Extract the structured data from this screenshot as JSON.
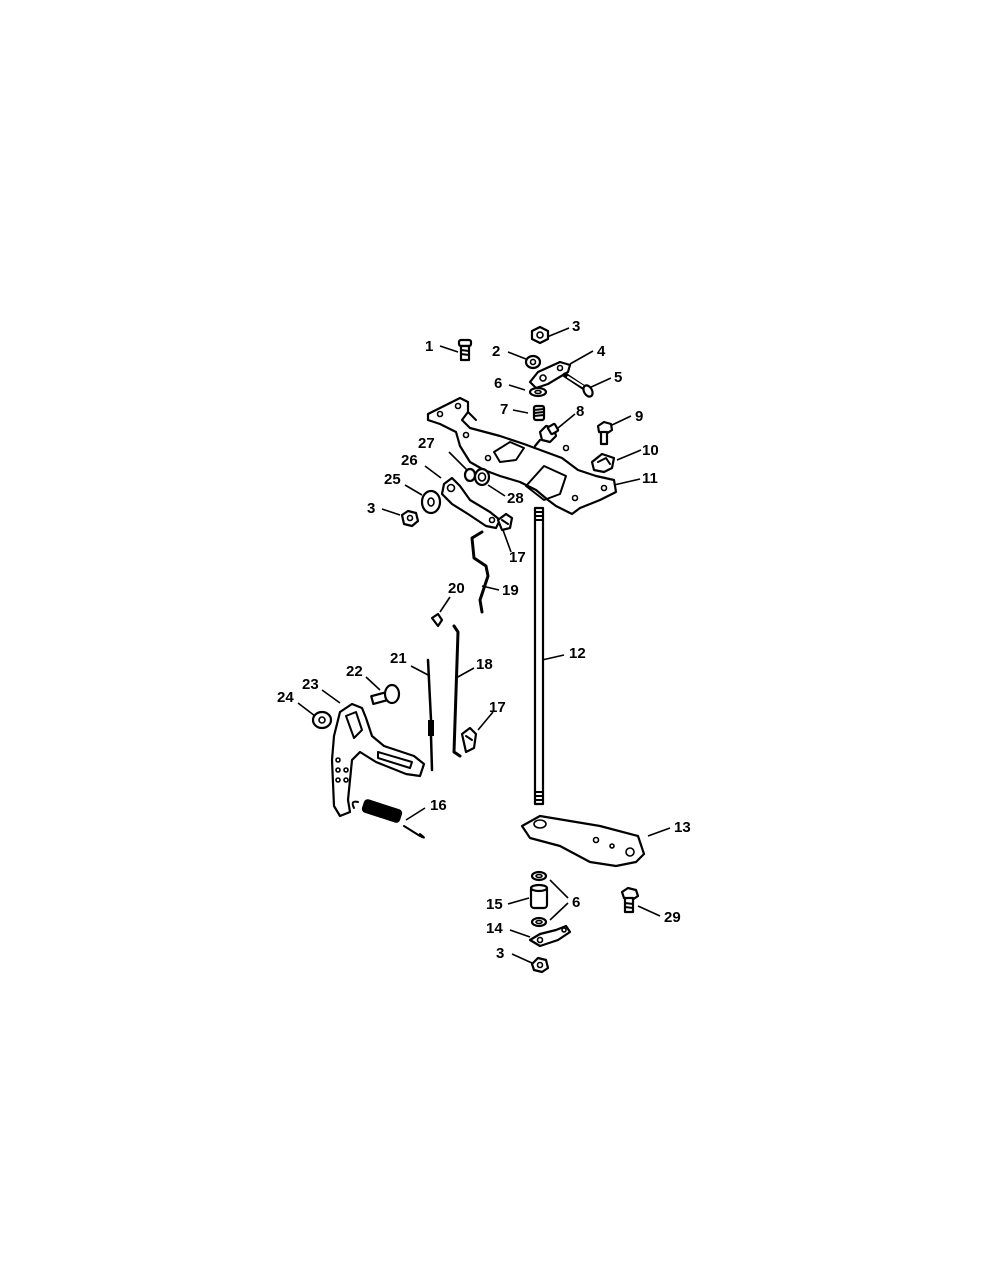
{
  "diagram": {
    "callouts": [
      {
        "id": "c1",
        "label": "1"
      },
      {
        "id": "c2",
        "label": "2"
      },
      {
        "id": "c3a",
        "label": "3"
      },
      {
        "id": "c4",
        "label": "4"
      },
      {
        "id": "c5",
        "label": "5"
      },
      {
        "id": "c6a",
        "label": "6"
      },
      {
        "id": "c7",
        "label": "7"
      },
      {
        "id": "c8",
        "label": "8"
      },
      {
        "id": "c9",
        "label": "9"
      },
      {
        "id": "c10",
        "label": "10"
      },
      {
        "id": "c11",
        "label": "11"
      },
      {
        "id": "c27",
        "label": "27"
      },
      {
        "id": "c26",
        "label": "26"
      },
      {
        "id": "c25",
        "label": "25"
      },
      {
        "id": "c28",
        "label": "28"
      },
      {
        "id": "c3b",
        "label": "3"
      },
      {
        "id": "c17a",
        "label": "17"
      },
      {
        "id": "c20",
        "label": "20"
      },
      {
        "id": "c19",
        "label": "19"
      },
      {
        "id": "c21",
        "label": "21"
      },
      {
        "id": "c18",
        "label": "18"
      },
      {
        "id": "c12",
        "label": "12"
      },
      {
        "id": "c22",
        "label": "22"
      },
      {
        "id": "c23",
        "label": "23"
      },
      {
        "id": "c24",
        "label": "24"
      },
      {
        "id": "c17b",
        "label": "17"
      },
      {
        "id": "c16",
        "label": "16"
      },
      {
        "id": "c13",
        "label": "13"
      },
      {
        "id": "c15",
        "label": "15"
      },
      {
        "id": "c6b",
        "label": "6"
      },
      {
        "id": "c29",
        "label": "29"
      },
      {
        "id": "c14",
        "label": "14"
      },
      {
        "id": "c3c",
        "label": "3"
      }
    ]
  }
}
